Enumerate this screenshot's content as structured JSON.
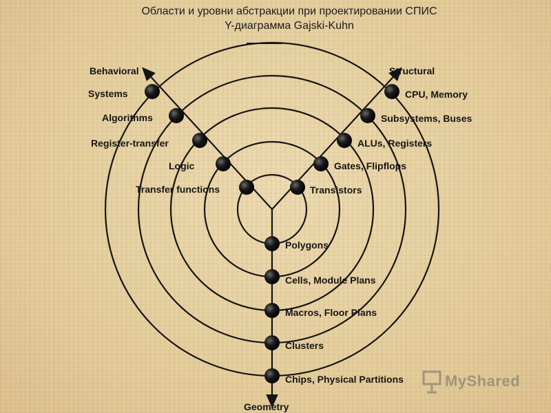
{
  "header": {
    "title": "Области и уровни абстракции при проектировании СПИС",
    "subtitle": "Y-диаграмма Gajski-Kuhn"
  },
  "axes": {
    "behavioral": "Behavioral",
    "structural": "Structural",
    "geometry": "Geometry"
  },
  "levels": [
    {
      "behavioral": "Systems",
      "structural": "CPU, Memory",
      "geometry": "Chips, Physical Partitions"
    },
    {
      "behavioral": "Algorithms",
      "structural": "Subsystems, Buses",
      "geometry": "Clusters"
    },
    {
      "behavioral": "Register-transfer",
      "structural": "ALUs, Registers",
      "geometry": "Macros, Floor Plans"
    },
    {
      "behavioral": "Logic",
      "structural": "Gates, Flipflops",
      "geometry": "Cells, Module Plans"
    },
    {
      "behavioral": "Transfer functions",
      "structural": "Transistors",
      "geometry": "Polygons"
    }
  ],
  "watermark": {
    "text": "MyShared"
  },
  "colors": {
    "background": "#e8d3a6",
    "ink": "#151515"
  }
}
